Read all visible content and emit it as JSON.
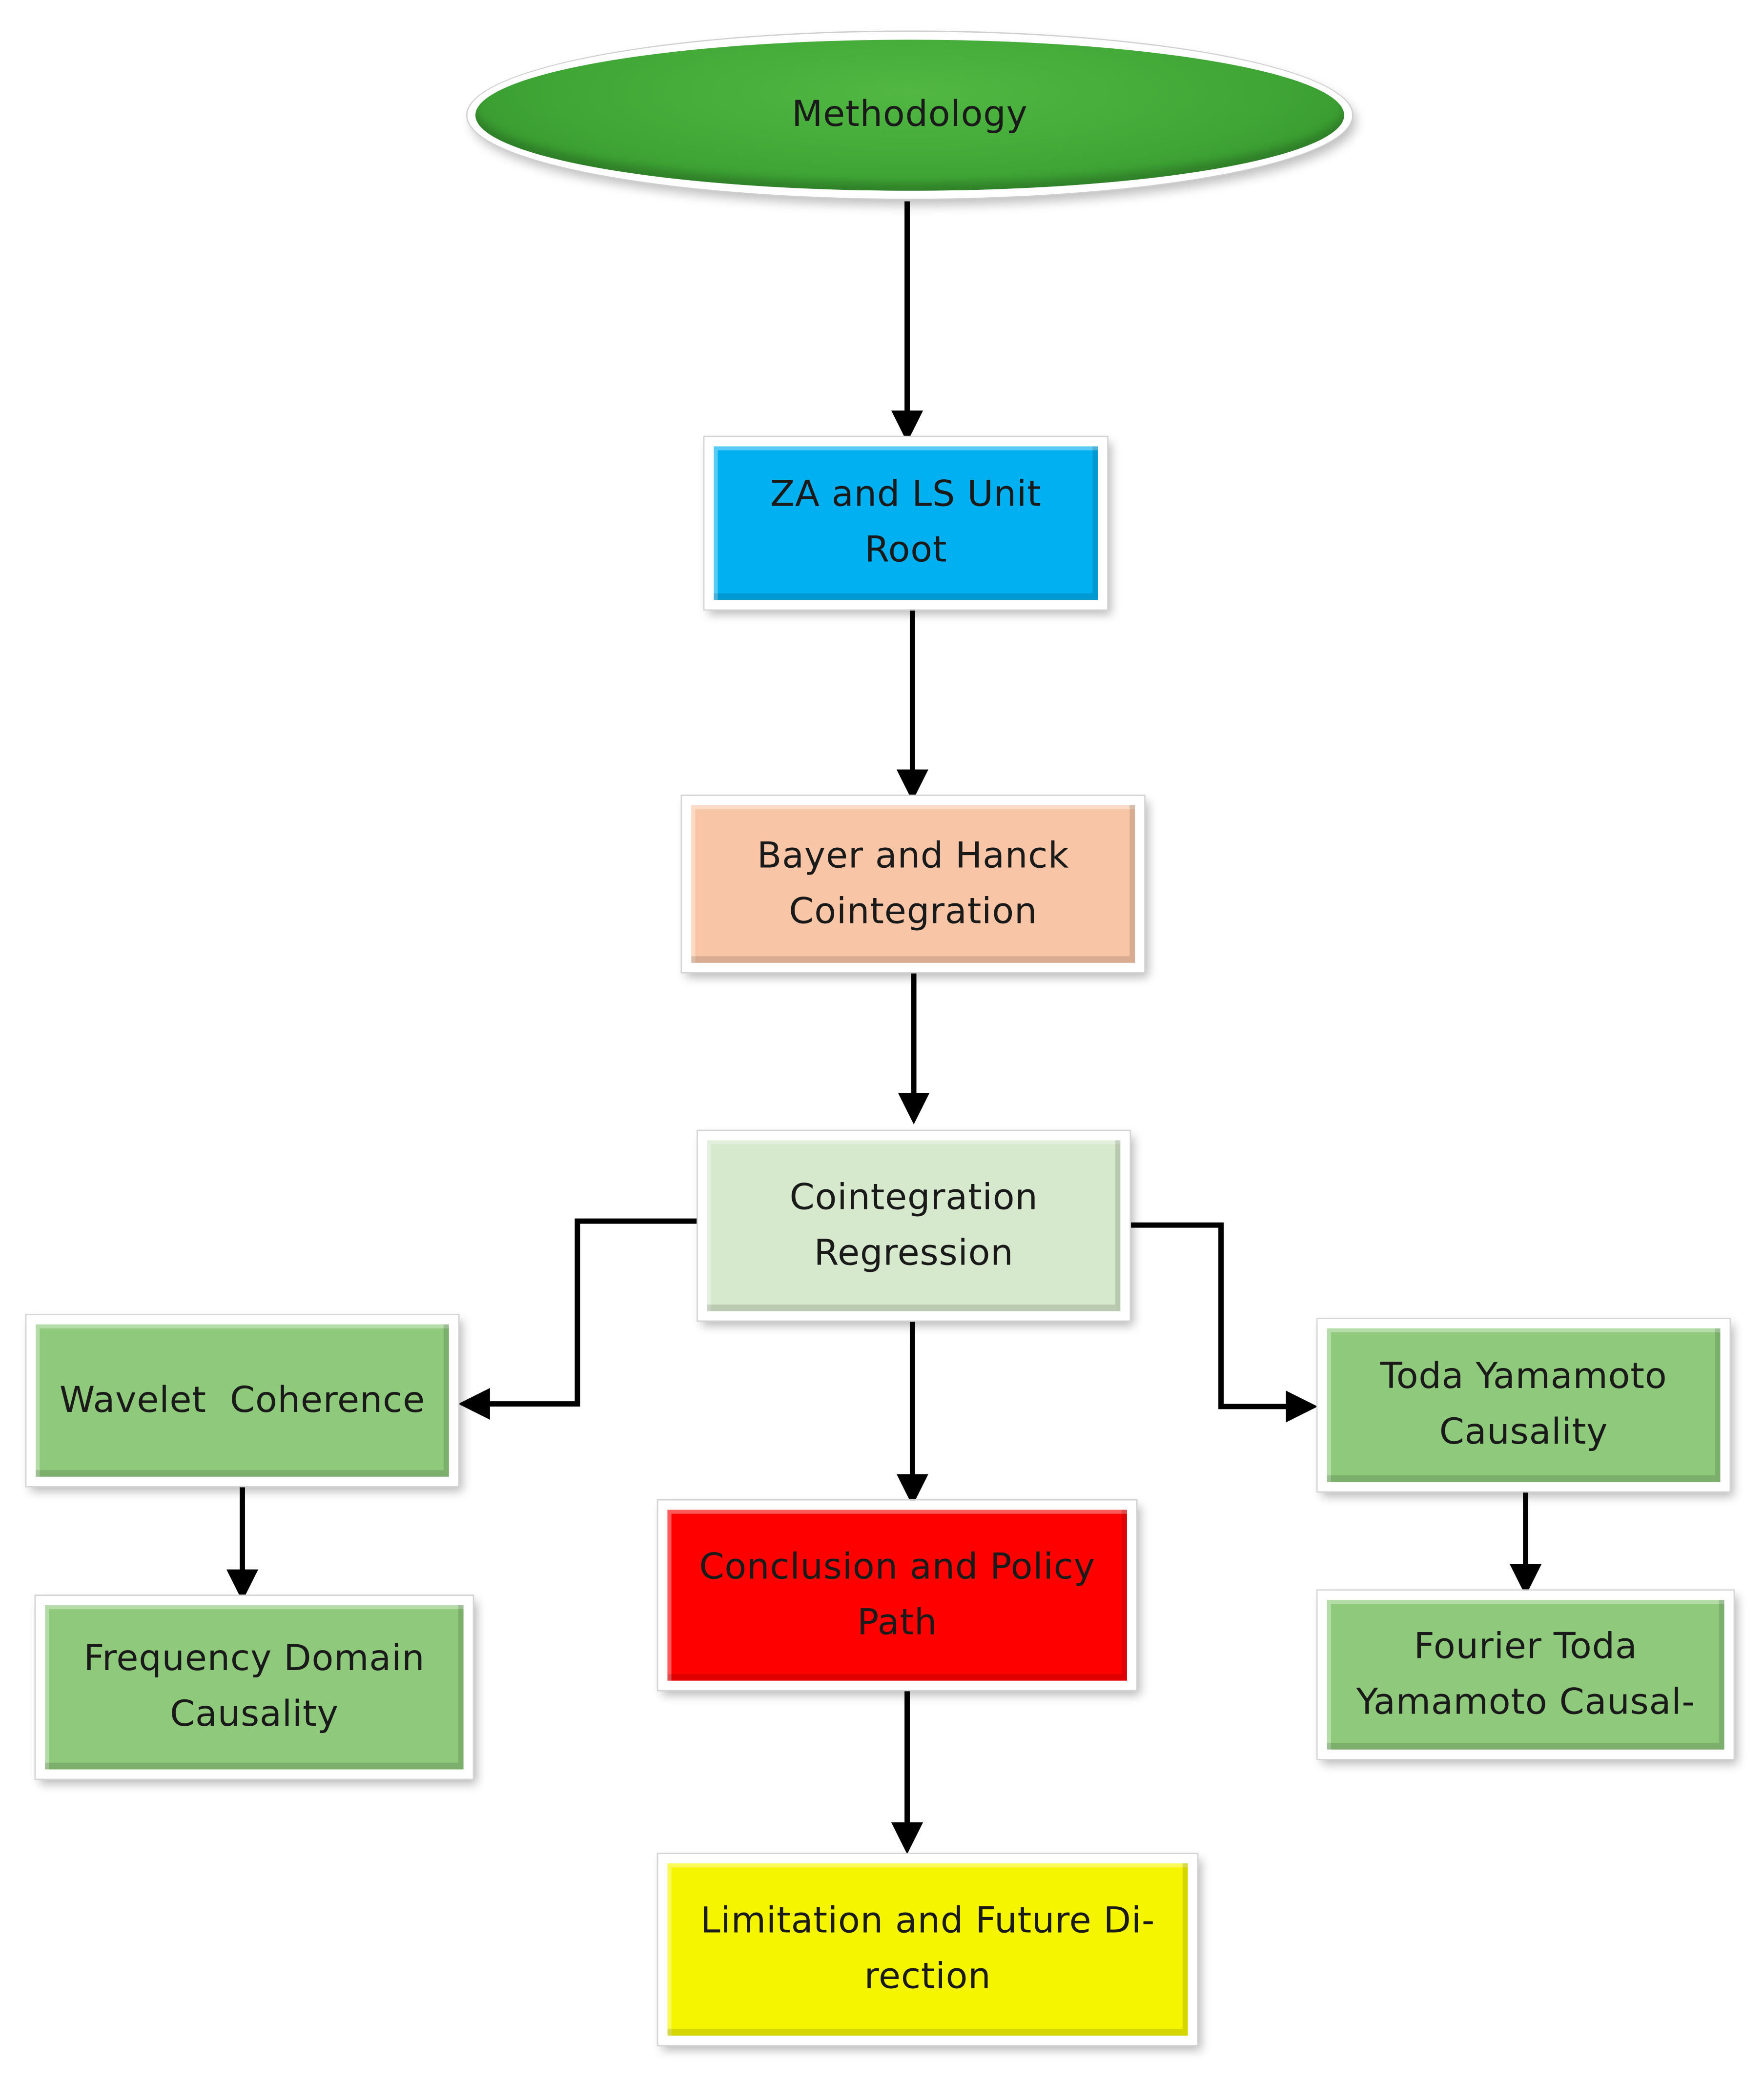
{
  "diagram": {
    "nodes": [
      {
        "id": "methodology",
        "label": "Methodology",
        "color": "#3fa535"
      },
      {
        "id": "za",
        "label": "ZA and LS Unit Root",
        "color": "#00b0f0"
      },
      {
        "id": "bayer",
        "label": "Bayer and Hanck Cointegration",
        "color": "#f8c6a6"
      },
      {
        "id": "coint_reg",
        "label": "Cointegration Regression",
        "color": "#d6e9cc"
      },
      {
        "id": "wavelet",
        "label": "Wavelet  Coherence",
        "color": "#8fc97b"
      },
      {
        "id": "freq",
        "label": "Frequency  Domain Causality",
        "color": "#8fc97b"
      },
      {
        "id": "conclusion",
        "label": "Conclusion and Policy Path",
        "color": "#ff0000"
      },
      {
        "id": "limitation",
        "label": "Limitation and Future Di-rection",
        "color": "#f5f500"
      },
      {
        "id": "toda",
        "label": "Toda Yamamoto Causality",
        "color": "#8fc97b"
      },
      {
        "id": "fourier",
        "label": "Fourier Toda Yamamoto Causal-",
        "color": "#8fc97b"
      }
    ],
    "edges": [
      {
        "from": "methodology",
        "to": "za"
      },
      {
        "from": "za",
        "to": "bayer"
      },
      {
        "from": "bayer",
        "to": "coint_reg"
      },
      {
        "from": "coint_reg",
        "to": "wavelet"
      },
      {
        "from": "coint_reg",
        "to": "conclusion"
      },
      {
        "from": "coint_reg",
        "to": "toda"
      },
      {
        "from": "wavelet",
        "to": "freq"
      },
      {
        "from": "conclusion",
        "to": "limitation"
      },
      {
        "from": "toda",
        "to": "fourier"
      }
    ],
    "edge_color": "#000000"
  }
}
